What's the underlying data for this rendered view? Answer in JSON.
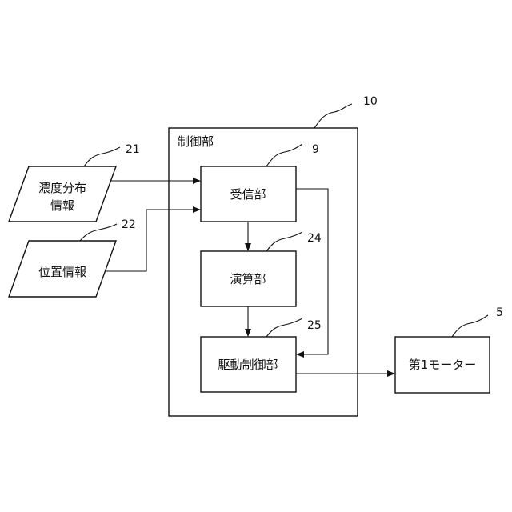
{
  "control_unit": {
    "label": "制御部",
    "ref": "10"
  },
  "receiver": {
    "label": "受信部",
    "ref": "9"
  },
  "calculator": {
    "label": "演算部",
    "ref": "24"
  },
  "drive_ctrl": {
    "label": "駆動制御部",
    "ref": "25"
  },
  "motor": {
    "label": "第1モーター",
    "ref": "5"
  },
  "conc_info": {
    "line1": "濃度分布",
    "line2": "情報",
    "ref": "21"
  },
  "pos_info": {
    "label": "位置情報",
    "ref": "22"
  }
}
